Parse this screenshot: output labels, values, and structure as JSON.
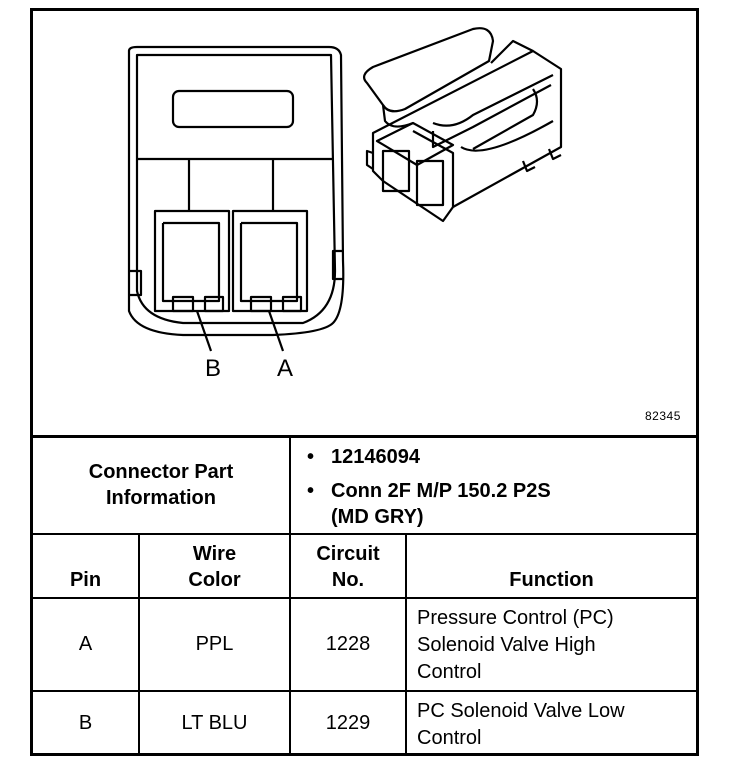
{
  "figure": {
    "number": "82345",
    "pin_labels": {
      "b": "B",
      "a": "A"
    }
  },
  "connector_info": {
    "label_line1": "Connector Part",
    "label_line2": "Information",
    "bullet": "•",
    "items": [
      {
        "line1": "12146094",
        "line2": ""
      },
      {
        "line1": "Conn 2F M/P 150.2 P2S",
        "line2": "(MD GRY)"
      }
    ]
  },
  "table": {
    "headers": {
      "pin": "Pin",
      "wire_line1": "Wire",
      "wire_line2": "Color",
      "circuit_line1": "Circuit",
      "circuit_line2": "No.",
      "function": "Function"
    },
    "rows": [
      {
        "pin": "A",
        "wire_color": "PPL",
        "circuit": "1228",
        "function_lines": [
          "Pressure Control (PC)",
          "Solenoid Valve High",
          "Control"
        ]
      },
      {
        "pin": "B",
        "wire_color": "LT BLU",
        "circuit": "1229",
        "function_lines": [
          "PC Solenoid Valve Low",
          "Control"
        ]
      }
    ]
  }
}
